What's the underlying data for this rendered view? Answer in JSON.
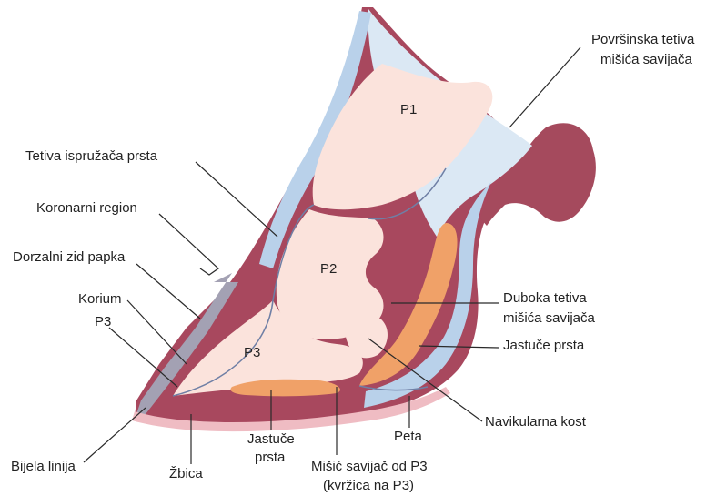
{
  "labels": {
    "p1": "P1",
    "p2": "P2",
    "p3_bone": "P3",
    "povrsinska_1": "Površinska tetiva",
    "povrsinska_2": "mišića savijača",
    "tetiva_ispruzaca": "Tetiva ispružača prsta",
    "koronarni": "Koronarni region",
    "dorzalni": "Dorzalni zid papka",
    "korium": "Korium",
    "p3_side": "P3",
    "duboka_1": "Duboka tetiva",
    "duboka_2": "mišića savijača",
    "jastuce_right": "Jastuče prsta",
    "navikularna": "Navikularna kost",
    "peta": "Peta",
    "misic_1": "Mišić savijač od P3",
    "misic_2": "(kvržica na P3)",
    "jastuce_bottom_1": "Jastuče",
    "jastuce_bottom_2": "prsta",
    "zbica": "Žbica",
    "bijela": "Bijela linija"
  },
  "colors": {
    "outer_skin": "#a8485e",
    "skin_cut": "#a54a5d",
    "tendon_light": "#dbe8f4",
    "tendon_mid": "#b9d1ea",
    "tendon_dark": "#a8c0e0",
    "bone": "#fbe3dc",
    "bone_outline": "#6f7fa5",
    "wall_grey": "#a3a1b3",
    "sole_pink": "#efbcc3",
    "cushion_orange": "#f0a168"
  }
}
